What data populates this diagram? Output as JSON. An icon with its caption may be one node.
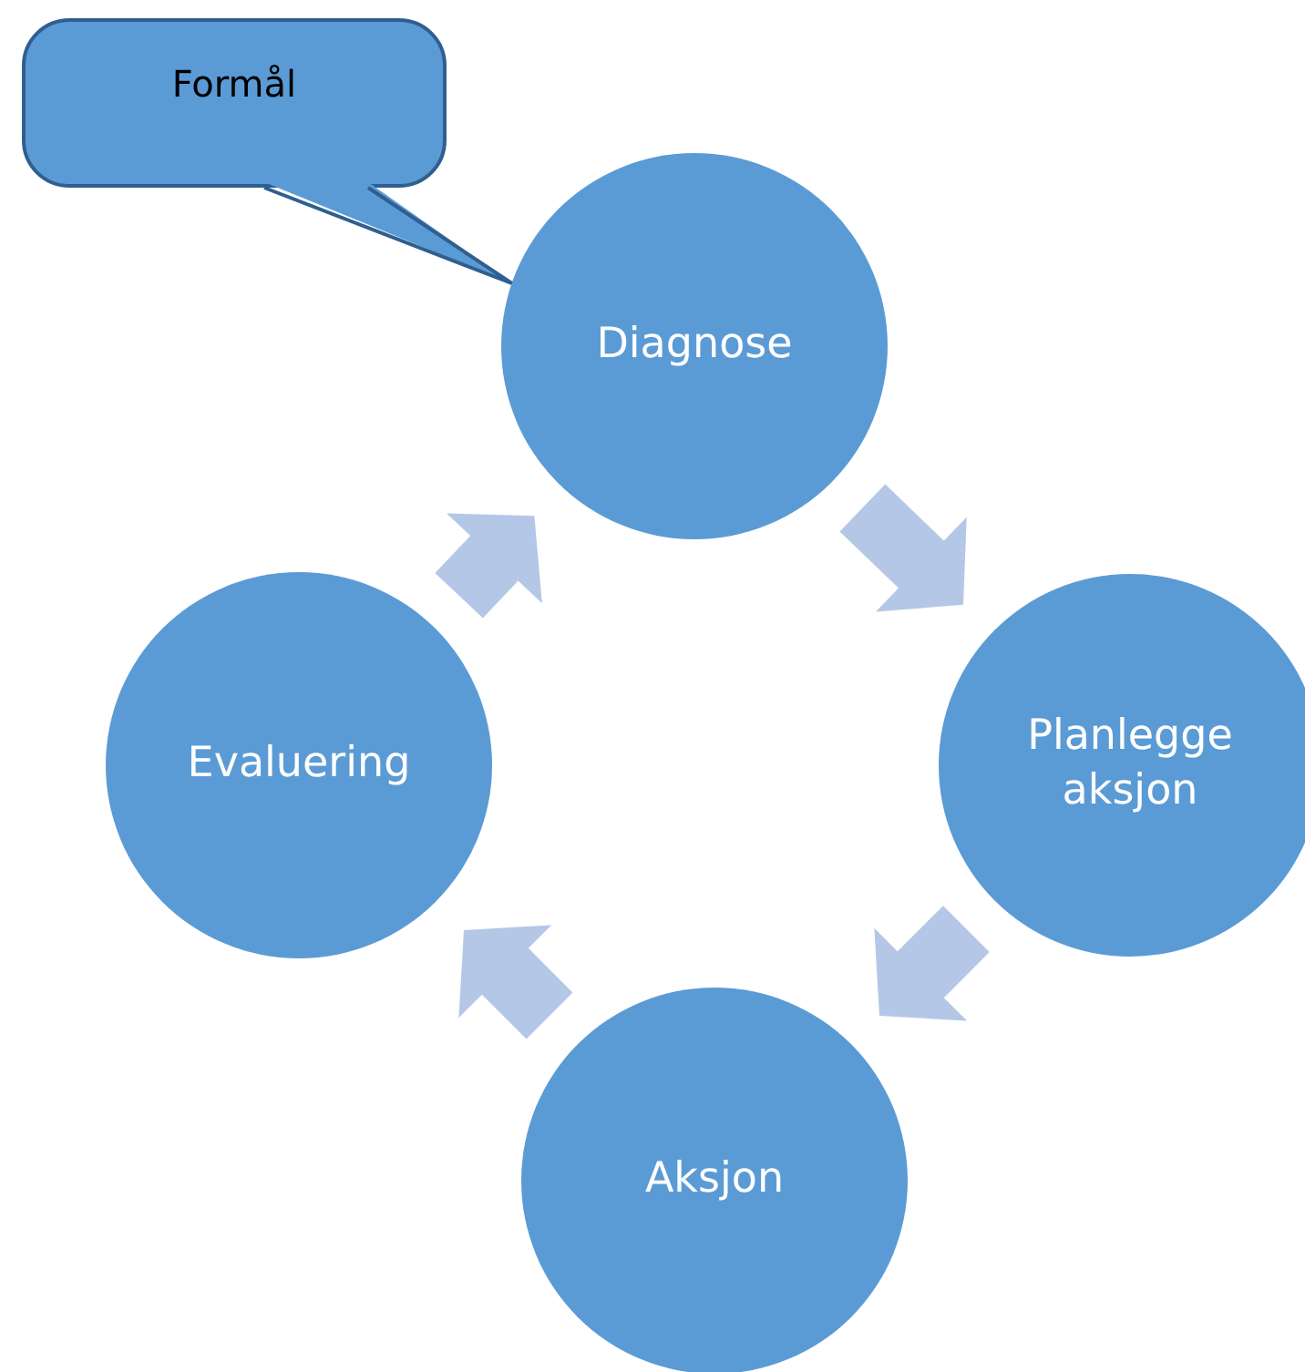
{
  "diagram": {
    "nodes": [
      {
        "text": [
          "Formål"
        ]
      },
      {
        "text": [
          "Diagnose"
        ]
      },
      {
        "text": [
          "Planlegge aksjon"
        ]
      },
      {
        "text": [
          "Aksjon"
        ]
      },
      {
        "text": [
          "Evaluering"
        ]
      }
    ],
    "edges": [
      {
        "from": 0,
        "to": 1,
        "arrow": "none"
      },
      {
        "from": 1,
        "to": 2,
        "arrow": "to"
      },
      {
        "from": 2,
        "to": 3,
        "arrow": "to"
      },
      {
        "from": 3,
        "to": 4,
        "arrow": "to"
      },
      {
        "from": 4,
        "to": 1,
        "arrow": "to"
      }
    ]
  }
}
